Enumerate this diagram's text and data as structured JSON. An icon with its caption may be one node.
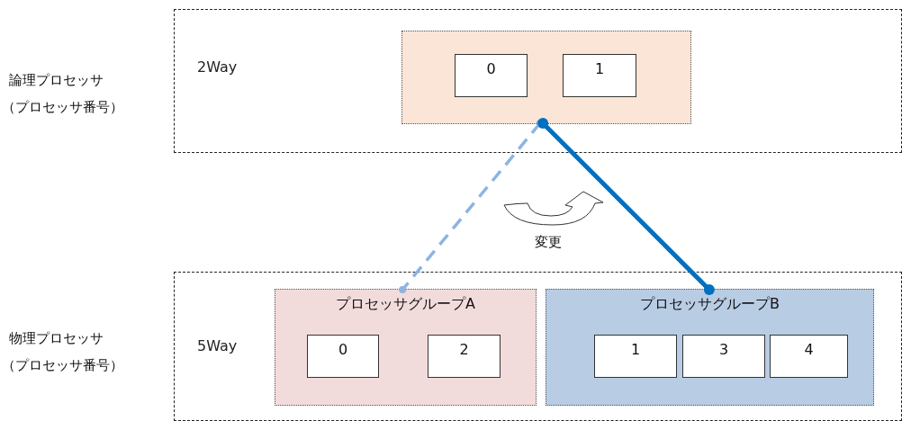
{
  "diagram": {
    "nodes": [
      {
        "text": [
          "2Way"
        ]
      },
      {
        "text": [],
        "shape": "box",
        "in": 0
      },
      {
        "text": [
          "0"
        ],
        "in": 1
      },
      {
        "text": [
          "1"
        ],
        "in": 1
      },
      {
        "text": [
          "5Way"
        ]
      },
      {
        "text": [
          "プロセッサグループA"
        ],
        "in": 4
      },
      {
        "text": [
          "0"
        ],
        "in": 5
      },
      {
        "text": [
          "2"
        ],
        "in": 5
      },
      {
        "text": [
          "プロセッサグループB"
        ],
        "in": 4
      },
      {
        "text": [
          "1"
        ],
        "in": 8
      },
      {
        "text": [
          "3"
        ],
        "in": 8
      },
      {
        "text": [
          "4"
        ],
        "in": 8
      }
    ],
    "edges": [
      {
        "from": 1,
        "to": 5,
        "arrow": "other",
        "style": "dashed",
        "color": "#8db4e2"
      },
      {
        "from": 1,
        "to": 8,
        "arrow": "other",
        "color": "#0070c0"
      }
    ],
    "labels": [
      "論理プロセッサ",
      "（プロセッサ番号）",
      "変更",
      "物理プロセッサ",
      "（プロセッサ番号）"
    ]
  }
}
